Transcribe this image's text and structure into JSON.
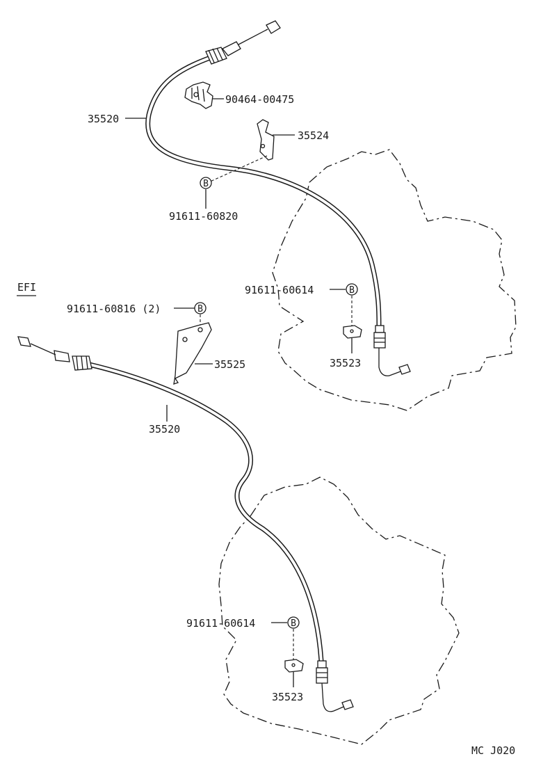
{
  "variant_label": "EFI",
  "drawing_code": "MC J020",
  "bolt_mark": "B",
  "upper": {
    "cable": "35520",
    "clamp": "90464-00475",
    "bracket": "35524",
    "bolt": "91611-60820",
    "bolt_trans": "91611-60614",
    "plate": "35523"
  },
  "lower": {
    "bolt_top": "91611-60816 (2)",
    "bracket": "35525",
    "cable": "35520",
    "bolt_trans": "91611-60614",
    "plate": "35523"
  }
}
